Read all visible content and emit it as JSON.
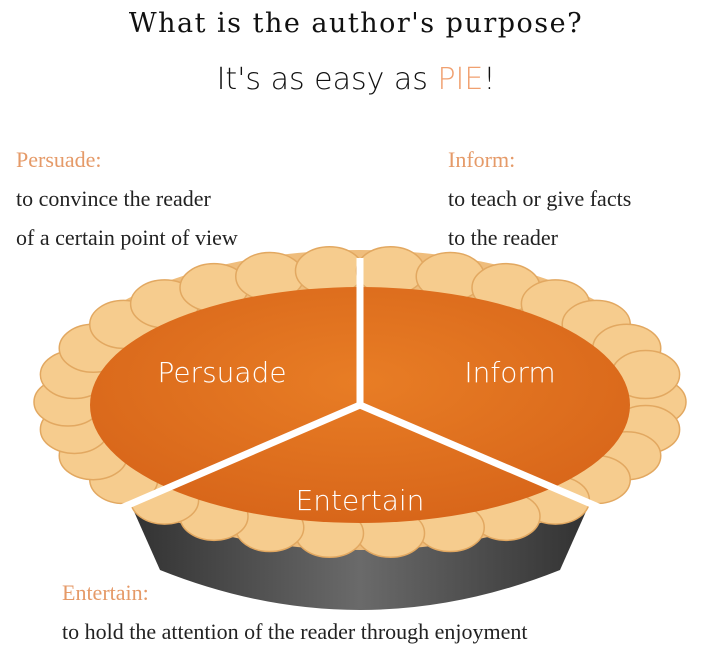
{
  "title": "What is the author's purpose?",
  "subtitle": {
    "prefix": "It's as easy as ",
    "highlight": "PIE",
    "suffix": "!"
  },
  "purposes": {
    "persuade": {
      "heading": "Persuade:",
      "line1": "to convince the reader",
      "line2": "of a certain point of view",
      "slice_label": "Persuade"
    },
    "inform": {
      "heading": "Inform:",
      "line1": "to teach or give facts",
      "line2": "to the reader",
      "slice_label": "Inform"
    },
    "entertain": {
      "heading": "Entertain:",
      "line1": "to hold the attention of the reader through enjoyment",
      "slice_label": "Entertain"
    }
  },
  "colors": {
    "accent": "#e59a68",
    "filling": "#e0731f",
    "crust": "#f3c585",
    "pan": "#4a4a4a"
  }
}
